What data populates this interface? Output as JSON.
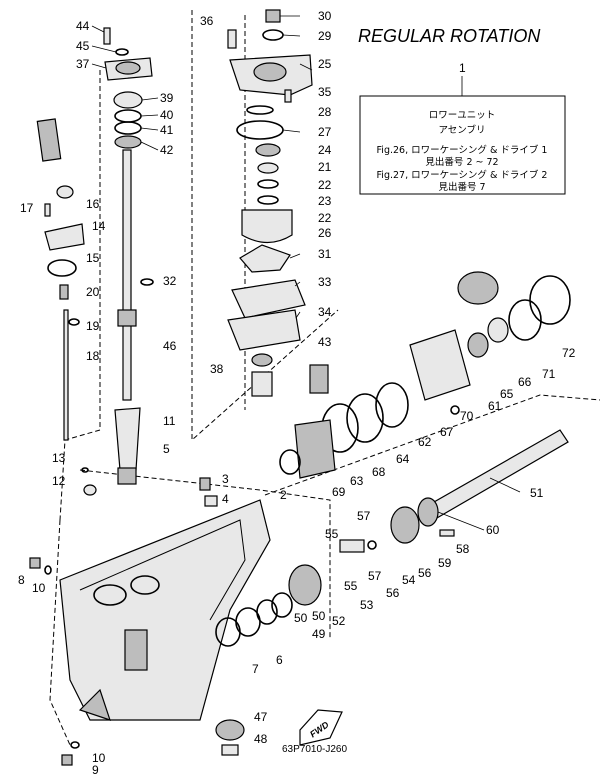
{
  "title": "REGULAR ROTATION",
  "drawing_code": "63P7010-J260",
  "fwd_label": "FWD",
  "assembly_box": {
    "part_number": "1",
    "line1": "ロワーユニット",
    "line2": "アセンブリ",
    "line3": "Fig.26, ロワーケーシング & ドライブ 1",
    "line4": "見出番号 2 ~ 72",
    "line5": "Fig.27, ロワーケーシング & ドライブ 2",
    "line6": "見出番号 7"
  },
  "callouts": [
    {
      "id": "c44",
      "text": "44"
    },
    {
      "id": "c45",
      "text": "45"
    },
    {
      "id": "c37",
      "text": "37"
    },
    {
      "id": "c39",
      "text": "39"
    },
    {
      "id": "c40",
      "text": "40"
    },
    {
      "id": "c41",
      "text": "41"
    },
    {
      "id": "c42",
      "text": "42"
    },
    {
      "id": "c16",
      "text": "16"
    },
    {
      "id": "c17",
      "text": "17"
    },
    {
      "id": "c14",
      "text": "14"
    },
    {
      "id": "c15",
      "text": "15"
    },
    {
      "id": "c20",
      "text": "20"
    },
    {
      "id": "c19",
      "text": "19"
    },
    {
      "id": "c18",
      "text": "18"
    },
    {
      "id": "c32",
      "text": "32"
    },
    {
      "id": "c46",
      "text": "46"
    },
    {
      "id": "c11",
      "text": "11"
    },
    {
      "id": "c5",
      "text": "5"
    },
    {
      "id": "c13",
      "text": "13"
    },
    {
      "id": "c12",
      "text": "12"
    },
    {
      "id": "c3",
      "text": "3"
    },
    {
      "id": "c4",
      "text": "4"
    },
    {
      "id": "c2",
      "text": "2"
    },
    {
      "id": "c8",
      "text": "8"
    },
    {
      "id": "c10a",
      "text": "10"
    },
    {
      "id": "c36",
      "text": "36"
    },
    {
      "id": "c30",
      "text": "30"
    },
    {
      "id": "c29",
      "text": "29"
    },
    {
      "id": "c25",
      "text": "25"
    },
    {
      "id": "c35",
      "text": "35"
    },
    {
      "id": "c28",
      "text": "28"
    },
    {
      "id": "c27",
      "text": "27"
    },
    {
      "id": "c24",
      "text": "24"
    },
    {
      "id": "c21",
      "text": "21"
    },
    {
      "id": "c22a",
      "text": "22"
    },
    {
      "id": "c23",
      "text": "23"
    },
    {
      "id": "c22b",
      "text": "22"
    },
    {
      "id": "c26",
      "text": "26"
    },
    {
      "id": "c31",
      "text": "31"
    },
    {
      "id": "c33",
      "text": "33"
    },
    {
      "id": "c34",
      "text": "34"
    },
    {
      "id": "c43",
      "text": "43"
    },
    {
      "id": "c38",
      "text": "38"
    },
    {
      "id": "c72",
      "text": "72"
    },
    {
      "id": "c71",
      "text": "71"
    },
    {
      "id": "c66",
      "text": "66"
    },
    {
      "id": "c65",
      "text": "65"
    },
    {
      "id": "c61",
      "text": "61"
    },
    {
      "id": "c70",
      "text": "70"
    },
    {
      "id": "c67",
      "text": "67"
    },
    {
      "id": "c62",
      "text": "62"
    },
    {
      "id": "c64",
      "text": "64"
    },
    {
      "id": "c68",
      "text": "68"
    },
    {
      "id": "c63",
      "text": "63"
    },
    {
      "id": "c69",
      "text": "69"
    },
    {
      "id": "c51",
      "text": "51"
    },
    {
      "id": "c60",
      "text": "60"
    },
    {
      "id": "c58",
      "text": "58"
    },
    {
      "id": "c59",
      "text": "59"
    },
    {
      "id": "c57a",
      "text": "57"
    },
    {
      "id": "c55",
      "text": "55"
    },
    {
      "id": "c56a",
      "text": "56"
    },
    {
      "id": "c54",
      "text": "54"
    },
    {
      "id": "c57b",
      "text": "57"
    },
    {
      "id": "c56b",
      "text": "56"
    },
    {
      "id": "c53",
      "text": "53"
    },
    {
      "id": "c55b",
      "text": "55"
    },
    {
      "id": "c52",
      "text": "52"
    },
    {
      "id": "c50a",
      "text": "50"
    },
    {
      "id": "c50b",
      "text": "50"
    },
    {
      "id": "c49",
      "text": "49"
    },
    {
      "id": "c6",
      "text": "6"
    },
    {
      "id": "c7",
      "text": "7"
    },
    {
      "id": "c47",
      "text": "47"
    },
    {
      "id": "c48",
      "text": "48"
    },
    {
      "id": "c10b",
      "text": "10"
    },
    {
      "id": "c9",
      "text": "9"
    }
  ]
}
